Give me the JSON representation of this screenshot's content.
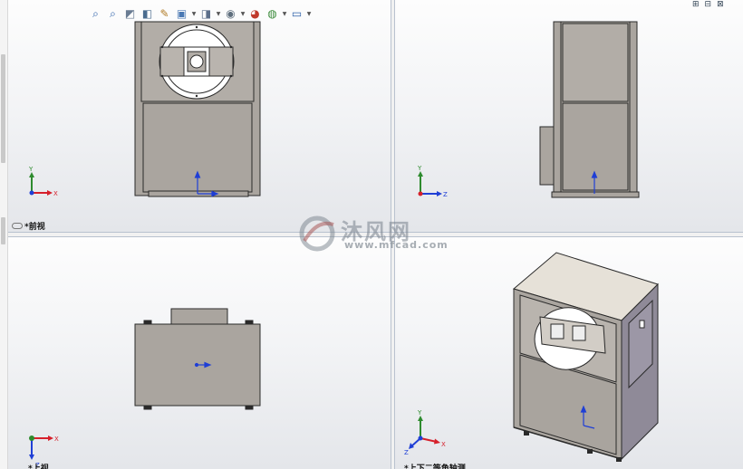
{
  "toolbar": {
    "buttons": [
      {
        "name": "zoom-to-fit-icon",
        "glyph": "⌕"
      },
      {
        "name": "zoom-to-area-icon",
        "glyph": "⌕"
      },
      {
        "name": "previous-view-icon",
        "glyph": "◩"
      },
      {
        "name": "section-view-icon",
        "glyph": "◧"
      },
      {
        "name": "dynamic-annotation-icon",
        "glyph": "✎"
      },
      {
        "name": "view-orientation-icon",
        "glyph": "▣"
      },
      {
        "name": "display-style-icon",
        "glyph": "◨"
      },
      {
        "name": "hide-show-items-icon",
        "glyph": "◉"
      },
      {
        "name": "edit-appearance-icon",
        "glyph": "◕"
      },
      {
        "name": "apply-scene-icon",
        "glyph": "◍"
      },
      {
        "name": "view-settings-icon",
        "glyph": "▭"
      }
    ]
  },
  "views": {
    "front": {
      "label": "*前视"
    },
    "right": {
      "label": ""
    },
    "top": {
      "label": "*上视"
    },
    "iso": {
      "label": "*上下二等角轴测"
    }
  },
  "watermark": {
    "name": "沐风网",
    "url": "www.mfcad.com"
  },
  "colors": {
    "part_fill": "#aaa59f",
    "part_edge": "#2a2a2a",
    "axis_x": "#d6202b",
    "axis_y": "#2e8b2e",
    "axis_z": "#1f3fd6",
    "viewport_bg_top": "#fdfdfd",
    "viewport_bg_bottom": "#e4e6ea"
  }
}
